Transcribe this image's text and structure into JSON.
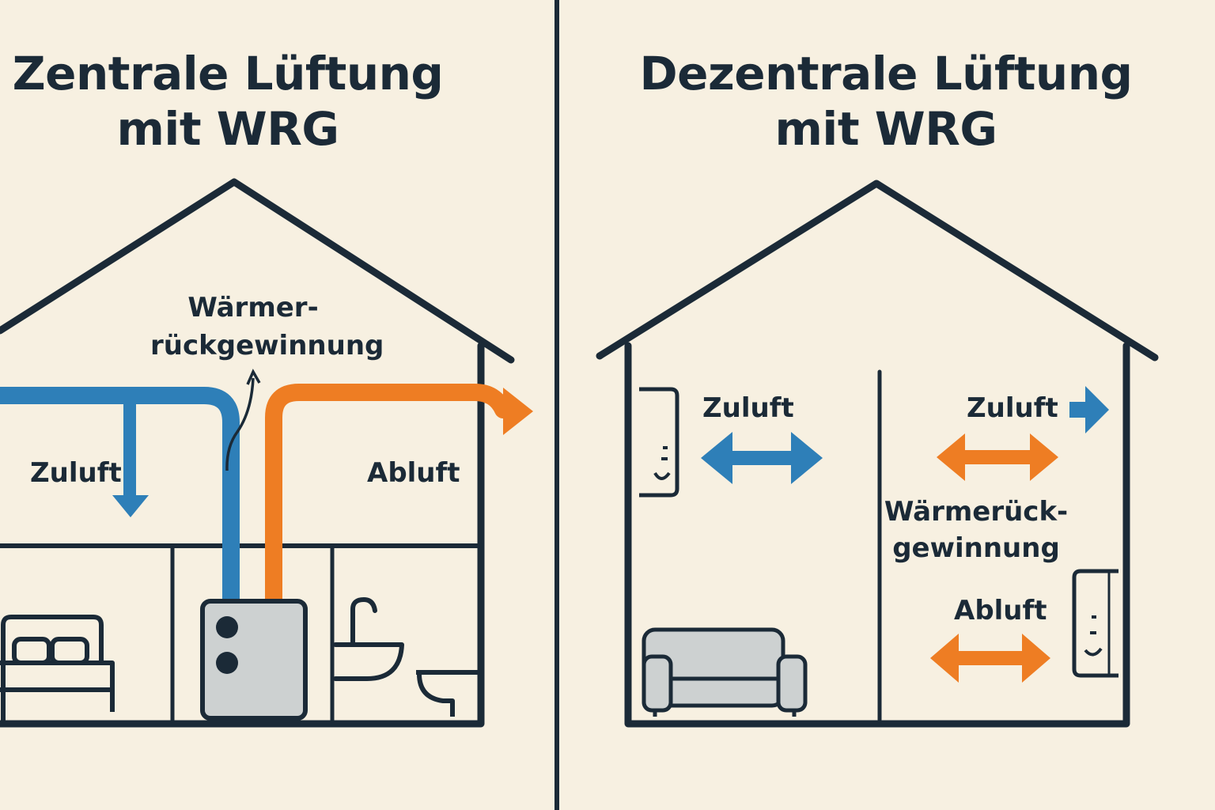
{
  "colors": {
    "background": "#f7f0e1",
    "outline": "#1b2a37",
    "supply_air": "#2e7fb8",
    "exhaust_air": "#ee7d23",
    "unit_fill": "#cdd1d1"
  },
  "left_panel": {
    "title_line1": "Zentrale Lüftung",
    "title_line2": "mit WRG",
    "heat_recovery_line1": "Wärmer-",
    "heat_recovery_line2": "rückgewinnung",
    "supply_label": "Zuluft",
    "exhaust_label": "Abluft",
    "icons": [
      "bed-icon",
      "ventilation-unit-icon",
      "sink-icon",
      "toilet-icon"
    ]
  },
  "right_panel": {
    "title_line1": "Dezentrale Lüftung",
    "title_line2": "mit WRG",
    "supply_label_left": "Zuluft",
    "supply_label_right": "Zuluft",
    "heat_recovery_line1": "Wärmerück-",
    "heat_recovery_line2": "gewinnung",
    "exhaust_label": "Abluft",
    "icons": [
      "wall-fan-unit-icon",
      "sofa-icon"
    ]
  }
}
